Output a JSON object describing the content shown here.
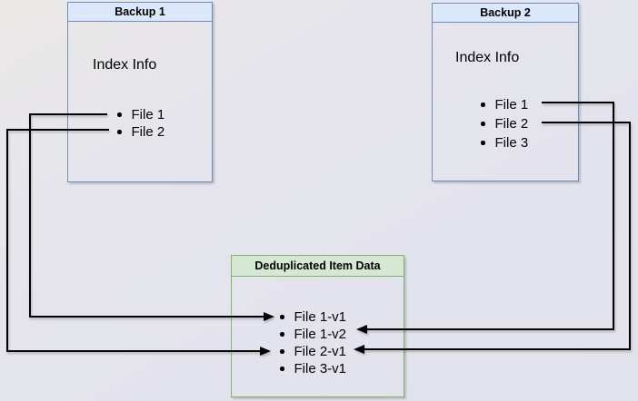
{
  "diagram": {
    "colors": {
      "background": "#e3e3ed",
      "background_top_left": "#eae8e6",
      "blue_header_fill": "#dae8fc",
      "blue_border": "#6c8ebf",
      "green_header_fill": "#d5e8d4",
      "green_border": "#82b366",
      "line_color": "#000000",
      "text_color": "#000000"
    },
    "backup1": {
      "title": "Backup 1",
      "body_label": "Index Info",
      "items": [
        "File 1",
        "File 2"
      ]
    },
    "backup2": {
      "title": "Backup 2",
      "body_label": "Index Info",
      "items": [
        "File 1",
        "File 2",
        "File 3"
      ]
    },
    "dedup": {
      "title": "Deduplicated Item Data",
      "items": [
        "File 1-v1",
        "File 1-v2",
        "File 2-v1",
        "File 3-v1"
      ]
    },
    "connections": [
      {
        "from": "Backup 1 / File 1",
        "to": "File 1-v1"
      },
      {
        "from": "Backup 1 / File 2",
        "to": "File 2-v1"
      },
      {
        "from": "Backup 2 / File 1",
        "to": "File 1-v2"
      },
      {
        "from": "Backup 2 / File 2",
        "to": "File 2-v1"
      }
    ]
  }
}
